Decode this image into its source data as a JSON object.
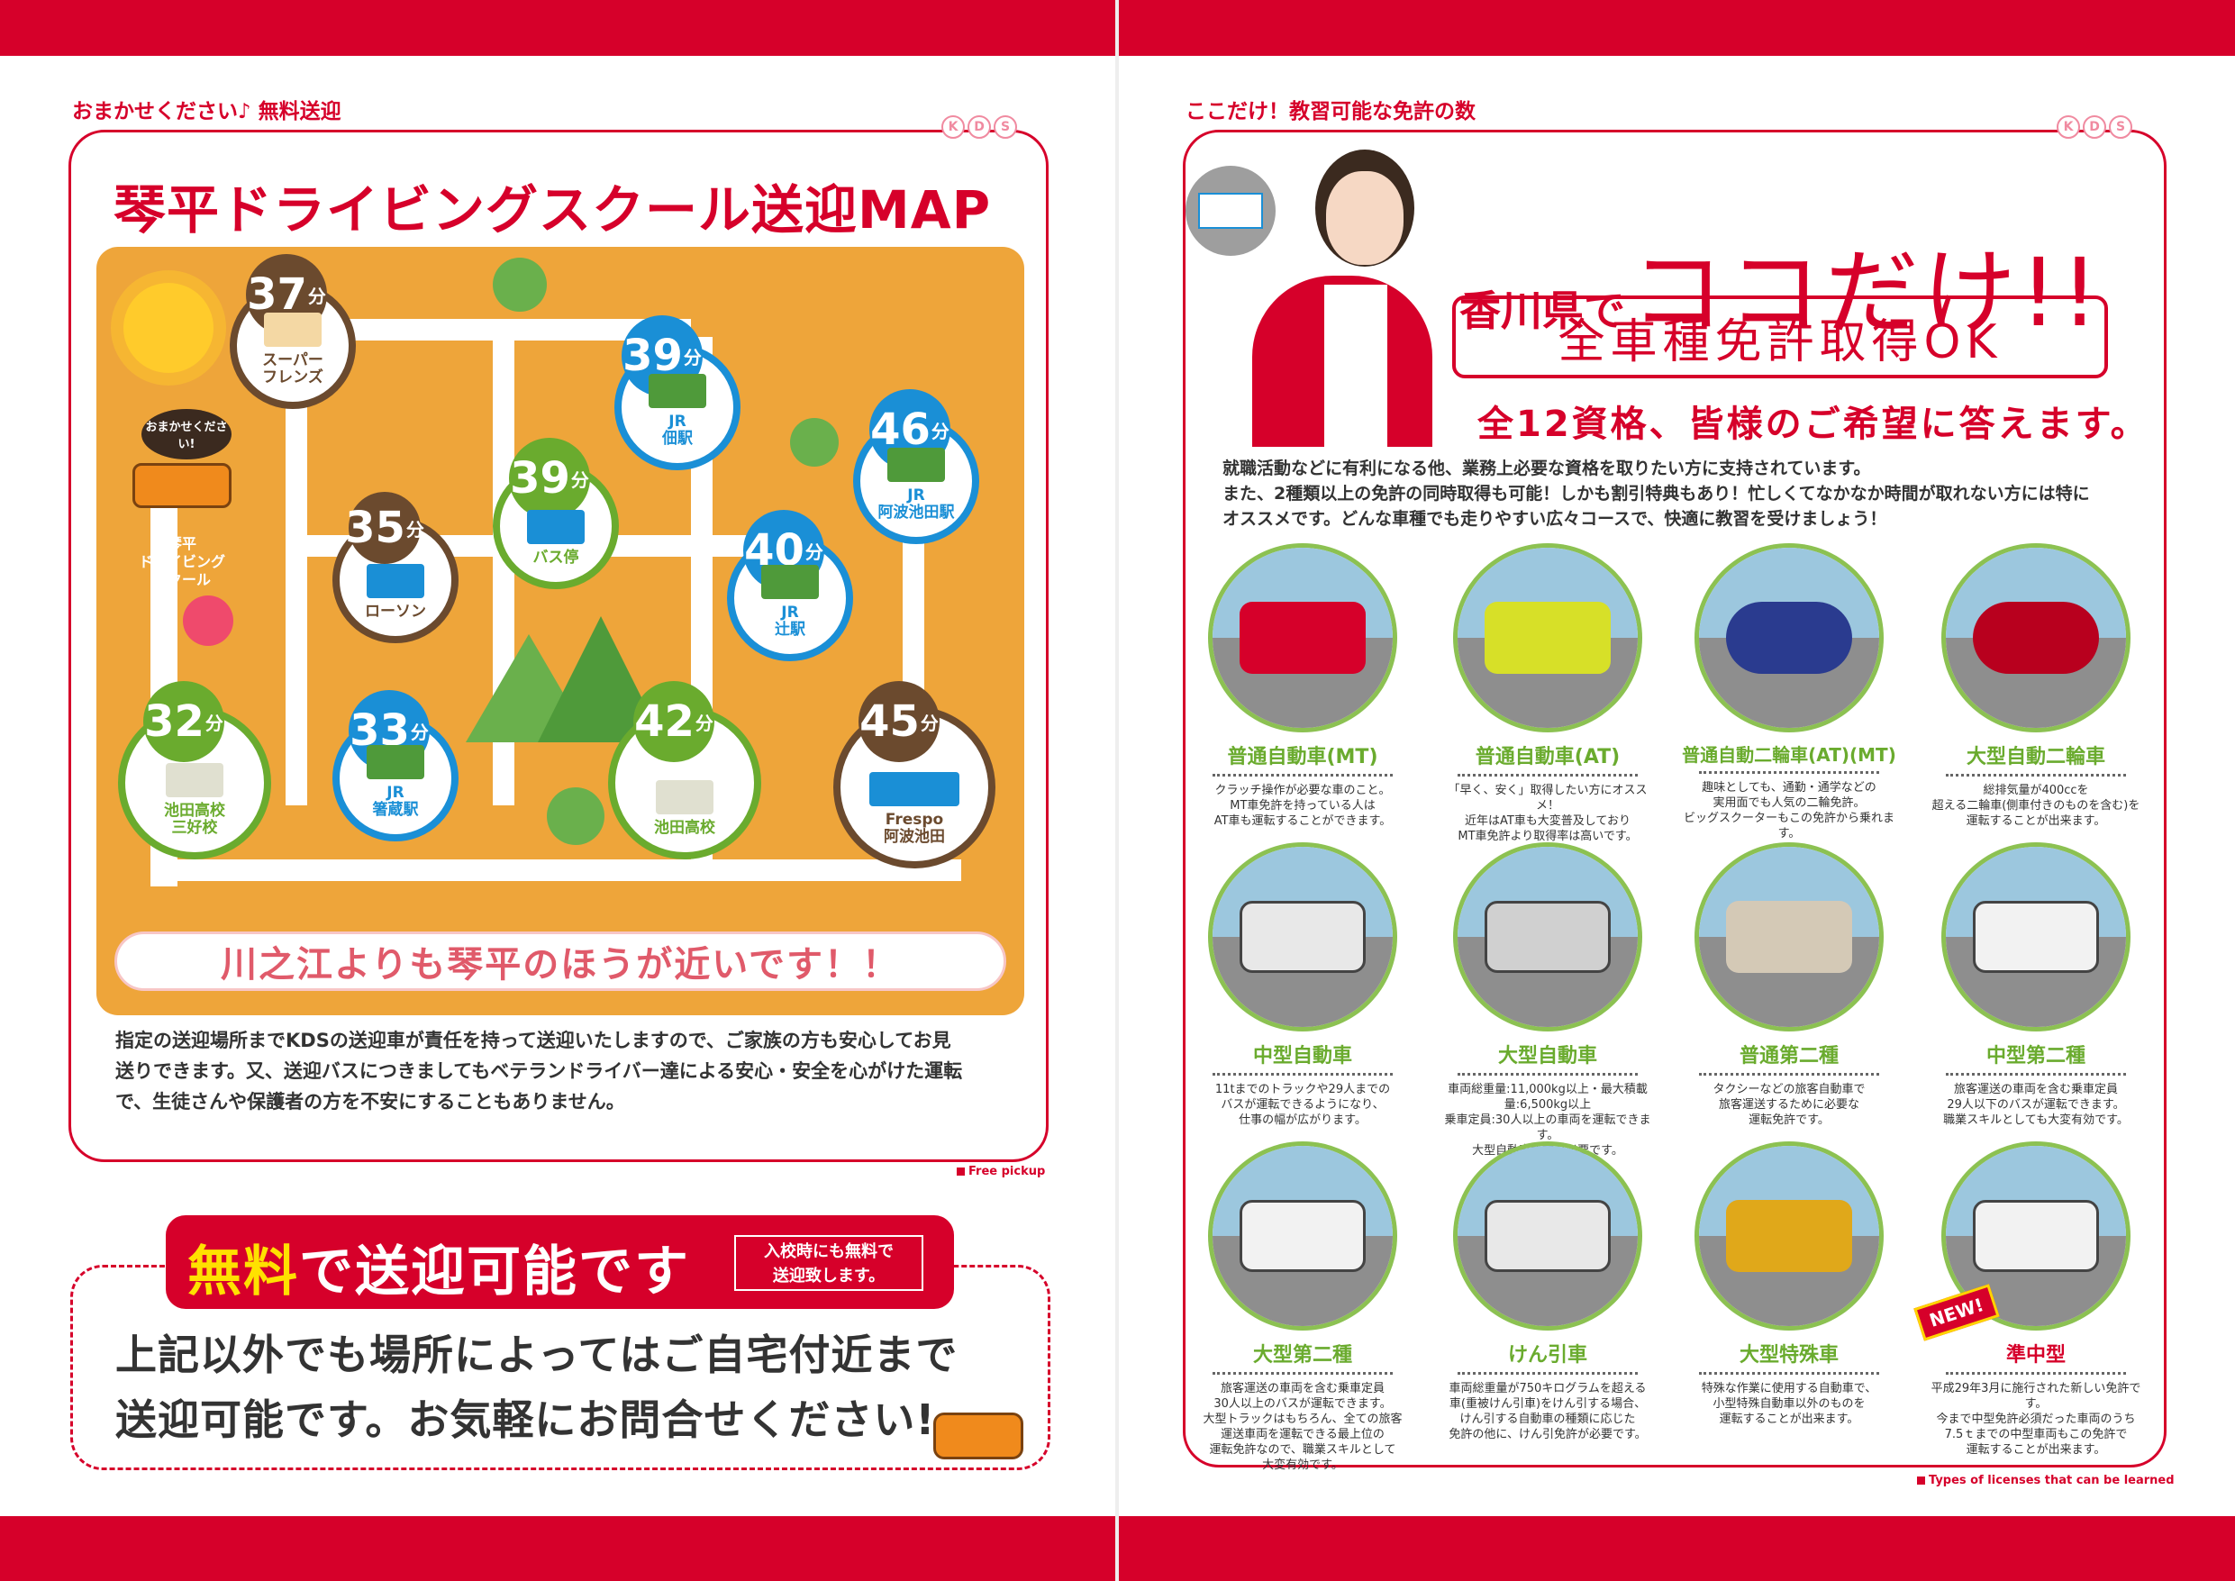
{
  "left": {
    "header": "おまかせください♪ 無料送迎",
    "kds": [
      "K",
      "D",
      "S"
    ],
    "map_title": "琴平ドライビングスクール送迎MAP",
    "school": {
      "badge": "おまかせください!",
      "label": "琴平\nドライビング\nスクール"
    },
    "pins": [
      {
        "min": "37",
        "unit": "分",
        "label": "スーパー\nフレンズ"
      },
      {
        "min": "39",
        "unit": "分",
        "label": "JR\n佃駅"
      },
      {
        "min": "46",
        "unit": "分",
        "label": "JR\n阿波池田駅"
      },
      {
        "min": "39",
        "unit": "分",
        "label": "バス停"
      },
      {
        "min": "35",
        "unit": "分",
        "label": "ローソン"
      },
      {
        "min": "40",
        "unit": "分",
        "label": "JR\n辻駅"
      },
      {
        "min": "32",
        "unit": "分",
        "label": "池田高校\n三好校"
      },
      {
        "min": "33",
        "unit": "分",
        "label": "JR\n箸蔵駅"
      },
      {
        "min": "42",
        "unit": "分",
        "label": "池田高校"
      },
      {
        "min": "45",
        "unit": "分",
        "label": "Frespo\n阿波池田"
      }
    ],
    "banner": "川之江よりも琴平のほうが近いです！！",
    "lead": [
      "指定の送迎場所までKDSの送迎車が責任を持って送迎いたしますので、ご家族の方も安心してお見",
      "送りできます。又、送迎バスにつきましてもベテランドライバー達による安心・安全を心がけた運転",
      "で、生徒さんや保護者の方を不安にすることもありません。"
    ],
    "tag": "Free pickup",
    "free_lead": "無料",
    "free_rest": "で送迎可能です",
    "free_note": [
      "入校時にも無料で",
      "送迎致します。"
    ],
    "big_message": [
      "上記以外でも場所によってはご自宅付近まで",
      "送迎可能です。お気軽にお問合せください!"
    ]
  },
  "right": {
    "header": "ここだけ！教習可能な免許の数",
    "kds": [
      "K",
      "D",
      "S"
    ],
    "headline_pref": "香川県で",
    "headline_big": "ココだけ!!",
    "ok_box": "全車種免許取得OK",
    "twelve": "全12資格、皆様のご希望に答えます。",
    "intro": [
      "就職活動などに有利になる他、業務上必要な資格を取りたい方に支持されています。",
      "また、2種類以上の免許の同時取得も可能！しかも割引特典もあり！忙しくてなかなか時間が取れない方には特に",
      "オススメです。どんな車種でも走りやすい広々コースで、快適に教習を受けましょう！"
    ],
    "licenses": [
      {
        "name": "普通自動車(MT)",
        "desc": "クラッチ操作が必要な車のこと。\nMT車免許を持っている人は\nAT車も運転することができます。",
        "color": "g"
      },
      {
        "name": "普通自動車(AT)",
        "desc": "「早く、安く」取得したい方にオススメ！\n近年はAT車も大変普及しており\nMT車免許より取得率は高いです。",
        "color": "g"
      },
      {
        "name": "普通自動二輪車(AT)(MT)",
        "desc": "趣味としても、通勤・通学などの\n実用面でも人気の二輪免許。\nビッグスクーターもこの免許から乗れます。",
        "color": "g"
      },
      {
        "name": "大型自動二輪車",
        "desc": "総排気量が400ccを\n超える二輪車(側車付きのものを含む)を\n運転することが出来ます。",
        "color": "g"
      },
      {
        "name": "中型自動車",
        "desc": "11tまでのトラックや29人までの\nバスが運転できるようになり、\n仕事の幅が広がります。",
        "color": "g"
      },
      {
        "name": "大型自動車",
        "desc": "車両総重量:11,000kg以上・最大積載量:6,500kg以上\n乗車定員:30人以上の車両を運転できます。\n大型自動車免許が必要です。",
        "color": "g"
      },
      {
        "name": "普通第二種",
        "desc": "タクシーなどの旅客自動車で\n旅客運送するために必要な\n運転免許です。",
        "color": "g"
      },
      {
        "name": "中型第二種",
        "desc": "旅客運送の車両を含む乗車定員\n29人以下のバスが運転できます。\n職業スキルとしても大変有効です。",
        "color": "g"
      },
      {
        "name": "大型第二種",
        "desc": "旅客運送の車両を含む乗車定員\n30人以上のバスが運転できます。\n大型トラックはもちろん、全ての旅客\n運送車両を運転できる最上位の\n運転免許なので、職業スキルとして\n大変有効です。",
        "color": "g"
      },
      {
        "name": "けん引車",
        "desc": "車両総重量が750キログラムを超える\n車(重被けん引車)をけん引する場合、\nけん引する自動車の種類に応じた\n免許の他に、けん引免許が必要です。",
        "color": "g"
      },
      {
        "name": "大型特殊車",
        "desc": "特殊な作業に使用する自動車で、\n小型特殊自動車以外のものを\n運転することが出来ます。",
        "color": "g"
      },
      {
        "name": "準中型",
        "desc": "平成29年3月に施行された新しい免許です。\n今まで中型免許必須だった車両のうち\n7.5ｔまでの中型車両もこの免許で\n運転することが出来ます。",
        "color": "d"
      }
    ],
    "new_badge": "NEW!",
    "tag": "Types of licenses that can be learned"
  },
  "colors": {
    "accent": "#d6002a",
    "green": "#6aab2e",
    "brown": "#6b4a2e",
    "blue": "#1a8fd6",
    "map_bg": "#eea53a"
  }
}
